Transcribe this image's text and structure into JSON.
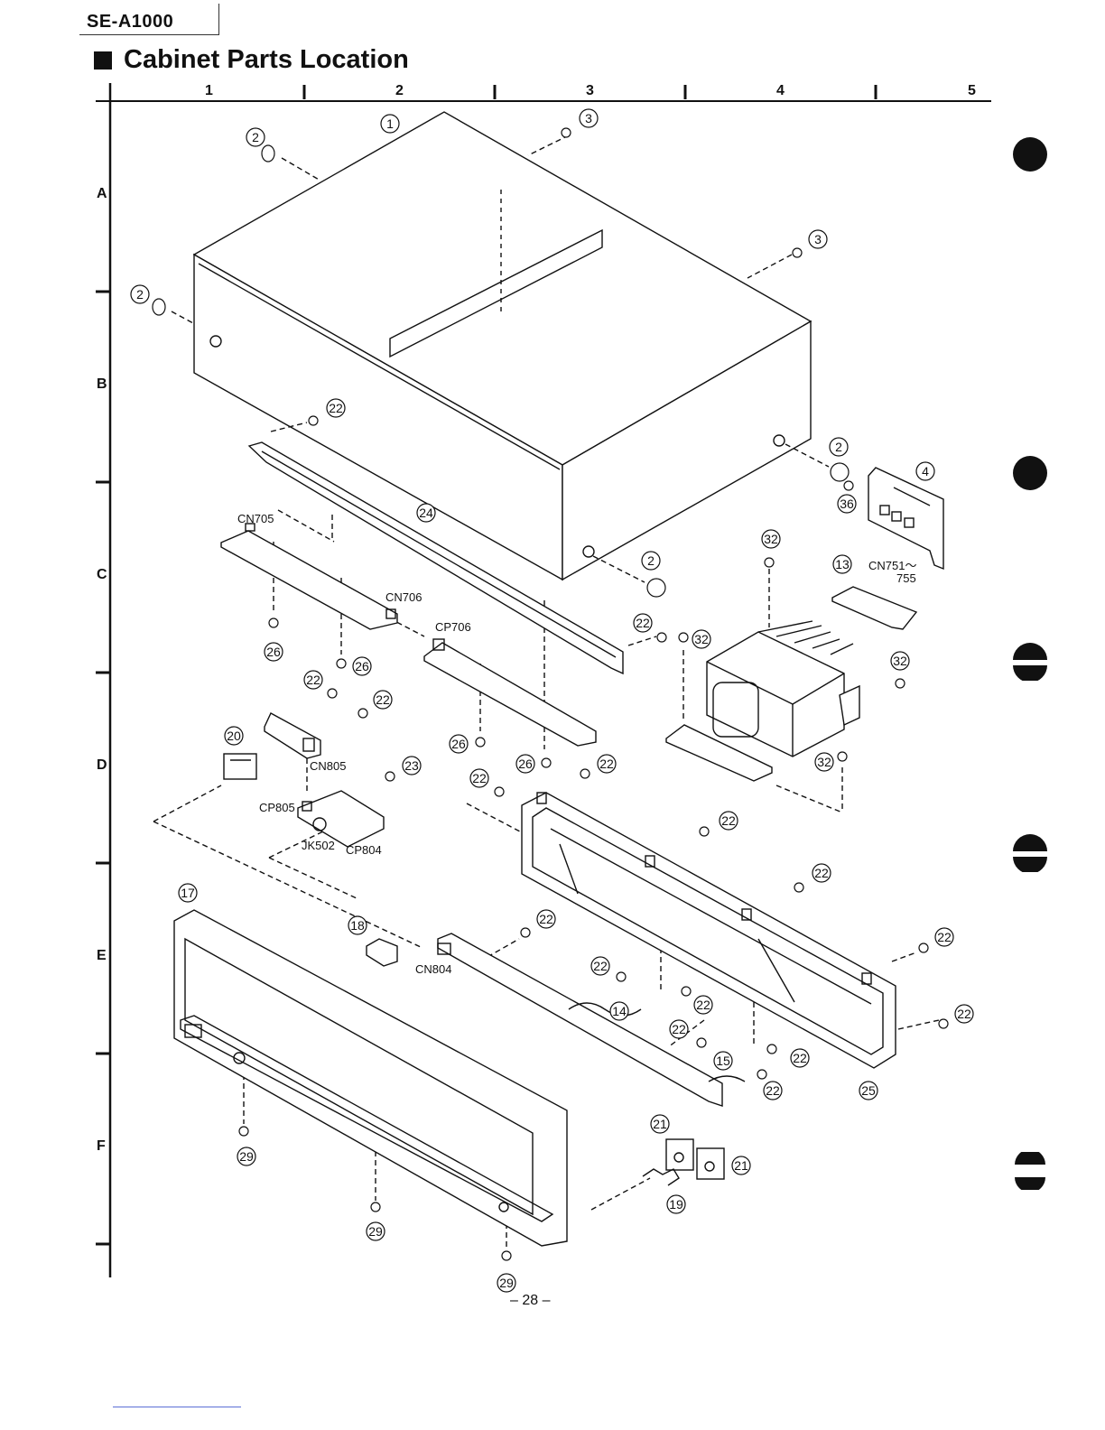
{
  "header": {
    "model": "SE-A1000",
    "title": "Cabinet Parts Location"
  },
  "grid": {
    "columns": [
      "1",
      "2",
      "3",
      "4",
      "5"
    ],
    "rows": [
      "A",
      "B",
      "C",
      "D",
      "E",
      "F"
    ]
  },
  "connector_labels": {
    "cn705": "CN705",
    "cn706": "CN706",
    "cp706": "CP706",
    "cn805": "CN805",
    "cp805": "CP805",
    "jk502": "JK502",
    "cp804": "CP804",
    "cn804": "CN804",
    "cn751_line1": "CN751～",
    "cn751_line2": "755"
  },
  "footer": {
    "page_number": "– 28 –"
  }
}
